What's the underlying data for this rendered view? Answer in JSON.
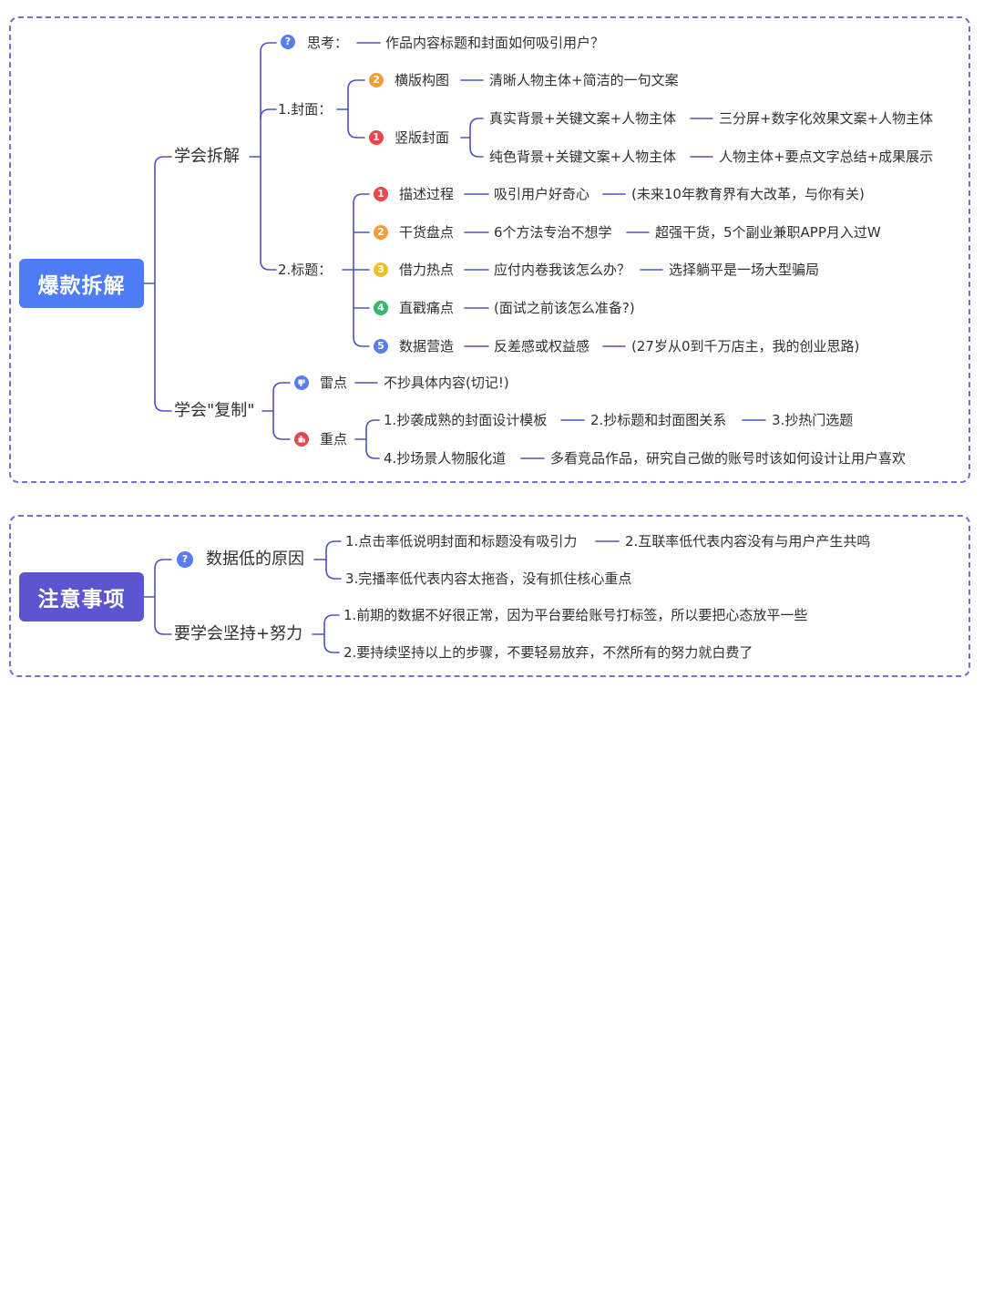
{
  "colors": {
    "root1": "#4e7cf5",
    "root2": "#5b55cf",
    "border": "#6f72c9",
    "line": "#4f52c2",
    "b_red": "#e8474c",
    "b_orange": "#f29c3a",
    "b_yellow": "#f0c02a",
    "b_green": "#33b96c",
    "b_blue": "#5b7cf0"
  },
  "section1": {
    "root": "爆款拆解",
    "branch_learn": "学会拆解",
    "think_label": "思考：",
    "think_text": "作品内容标题和封面如何吸引用户？",
    "cover_label": "1.封面：",
    "cover_h_label": "横版构图",
    "cover_h_text": "清晰人物主体+简洁的一句文案",
    "cover_v_label": "竖版封面",
    "cover_v1": "真实背景+关键文案+人物主体",
    "cover_v1_next": "三分屏+数字化效果文案+人物主体",
    "cover_v2": "纯色背景+关键文案+人物主体",
    "cover_v2_next": "人物主体+要点文字总结+成果展示",
    "title_label": "2.标题：",
    "title_items": [
      {
        "badge": "1",
        "label": "描述过程",
        "a": "吸引用户好奇心",
        "b": "(未来10年教育界有大改革，与你有关)"
      },
      {
        "badge": "2",
        "label": "干货盘点",
        "a": "6个方法专治不想学",
        "b": "超强干货，5个副业兼职APP月入过W"
      },
      {
        "badge": "3",
        "label": "借力热点",
        "a": "应付内卷我该怎么办？",
        "b": "选择躺平是一场大型骗局"
      },
      {
        "badge": "4",
        "label": "直戳痛点",
        "a": "(面试之前该怎么准备?)"
      },
      {
        "badge": "5",
        "label": "数据营造",
        "a": "反差感或权益感",
        "b": "(27岁从0到千万店主，我的创业思路)"
      }
    ],
    "branch_copy": "学会\"复制\"",
    "thunder_label": "雷点",
    "thunder_text": "不抄具体内容(切记!)",
    "key_label": "重点",
    "key_1": "1.抄袭成熟的封面设计模板",
    "key_2": "2.抄标题和封面图关系",
    "key_3": "3.抄热门选题",
    "key_4": "4.抄场景人物服化道",
    "key_5": "多看竞品作品，研究自己做的账号时该如何设计让用户喜欢"
  },
  "section2": {
    "root": "注意事项",
    "branch_low": "数据低的原因",
    "low_1": "1.点击率低说明封面和标题没有吸引力",
    "low_2": "2.互联率低代表内容没有与用户产生共鸣",
    "low_3": "3.完播率低代表内容太拖沓，没有抓住核心重点",
    "branch_persist": "要学会坚持+努力",
    "persist_1": "1.前期的数据不好很正常，因为平台要给账号打标签，所以要把心态放平一些",
    "persist_2": "2.要持续坚持以上的步骤，不要轻易放弃，不然所有的努力就白费了"
  }
}
